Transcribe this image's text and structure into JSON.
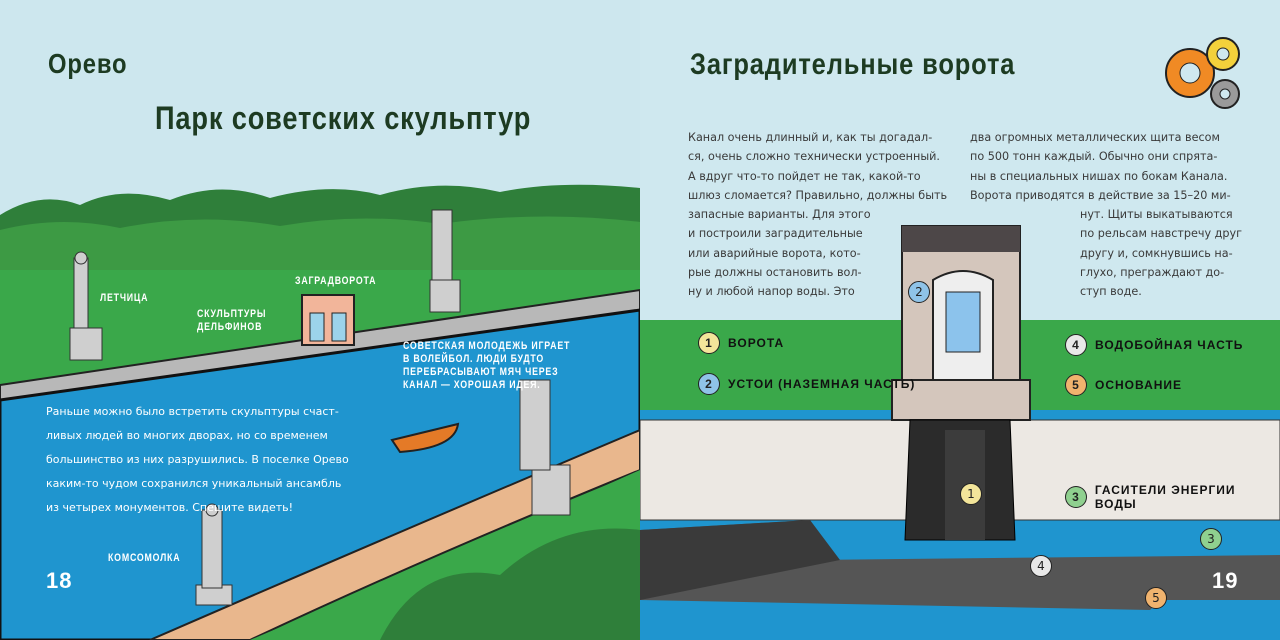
{
  "left_page": {
    "place": "Орево",
    "title": "Парк советских скульптур",
    "labels": {
      "pilot": "Летчица",
      "dolphins_1": "Скульптуры",
      "dolphins_2": "дельфинов",
      "gate": "Заградворота",
      "komsomolka": "Комсомолка",
      "volleyball": [
        "Советская молодежь играет",
        "в волейбол. Люди будто",
        "перебрасывают мяч через",
        "канал — хорошая идея."
      ]
    },
    "body": [
      "Раньше можно было встретить скульптуры счаст-",
      "ливых людей во многих дворах, но со временем",
      "большинство из них разрушились. В поселке Орево",
      "каким-то чудом сохранился уникальный ансамбль",
      "из четырех монументов. Спешите видеть!"
    ],
    "page_number": "18"
  },
  "right_page": {
    "title": "Заградительные ворота",
    "col1": [
      "Канал очень длинный и, как ты догадал-",
      "ся, очень сложно технически устроенный.",
      "А вдруг что-то пойдет не так, какой-то",
      "шлюз сломается? Правильно, должны быть",
      "запасные варианты. Для этого",
      "и построили заградительные",
      "или аварийные ворота, кото-",
      "рые должны остановить вол-",
      "ну и любой напор воды. Это"
    ],
    "col2_top": [
      "два огромных металлических щита весом",
      "по 500 тонн каждый. Обычно они спрята-",
      "ны в специальных нишах по бокам Канала.",
      "Ворота приводятся в действие за 15–20 ми-"
    ],
    "col2_bottom": [
      "нут. Щиты выкатываются",
      "по рельсам навстречу друг",
      "другу и, сомкнувшись на-",
      "глухо, преграждают до-",
      "ступ воде."
    ],
    "legend": [
      {
        "n": "1",
        "label": "Ворота",
        "color": "#f3e59a"
      },
      {
        "n": "2",
        "label": "Устои (наземная часть)",
        "color": "#8fc3e8"
      },
      {
        "n": "4",
        "label": "Водобойная часть",
        "color": "#e8e8e8"
      },
      {
        "n": "5",
        "label": "Основание",
        "color": "#f0b36e"
      },
      {
        "n": "3",
        "label": "Гасители энергии воды",
        "color": "#8fd08f"
      }
    ],
    "page_number": "19"
  }
}
